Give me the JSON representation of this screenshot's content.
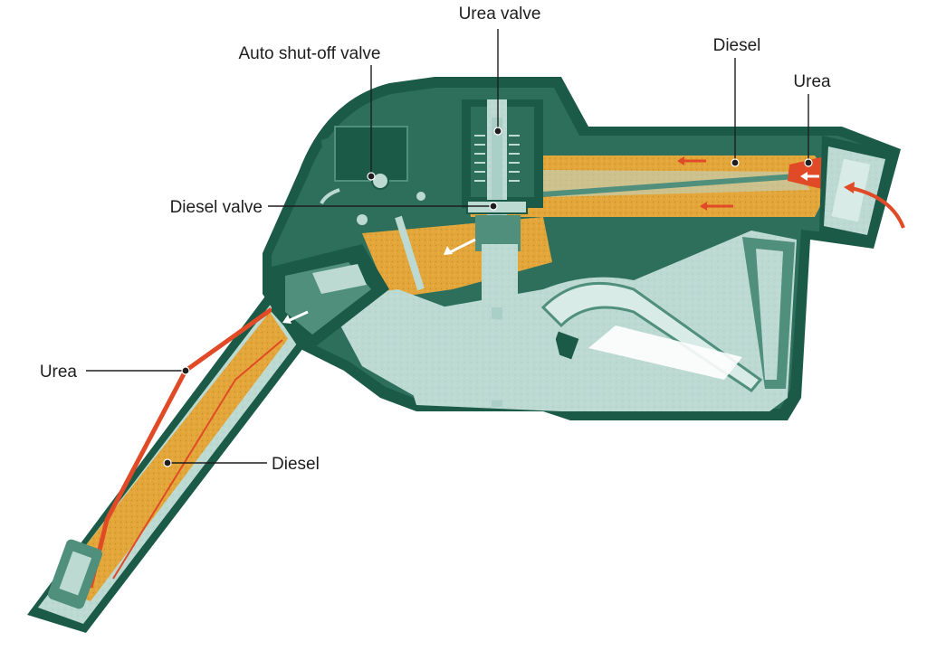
{
  "labels": {
    "urea_valve": "Urea valve",
    "auto_shutoff_valve": "Auto shut-off valve",
    "diesel_top": "Diesel",
    "urea_top": "Urea",
    "diesel_valve": "Diesel valve",
    "urea_left": "Urea",
    "diesel_bottom": "Diesel"
  },
  "colors": {
    "outline": "#1c5a48",
    "body_dark": "#2e6f5c",
    "body_mid": "#4f8f7c",
    "body_light": "#bcd9d2",
    "body_pale": "#d8ebe6",
    "diesel": "#e3a63a",
    "urea": "#e04a26",
    "arrow_light": "#ffffff"
  }
}
